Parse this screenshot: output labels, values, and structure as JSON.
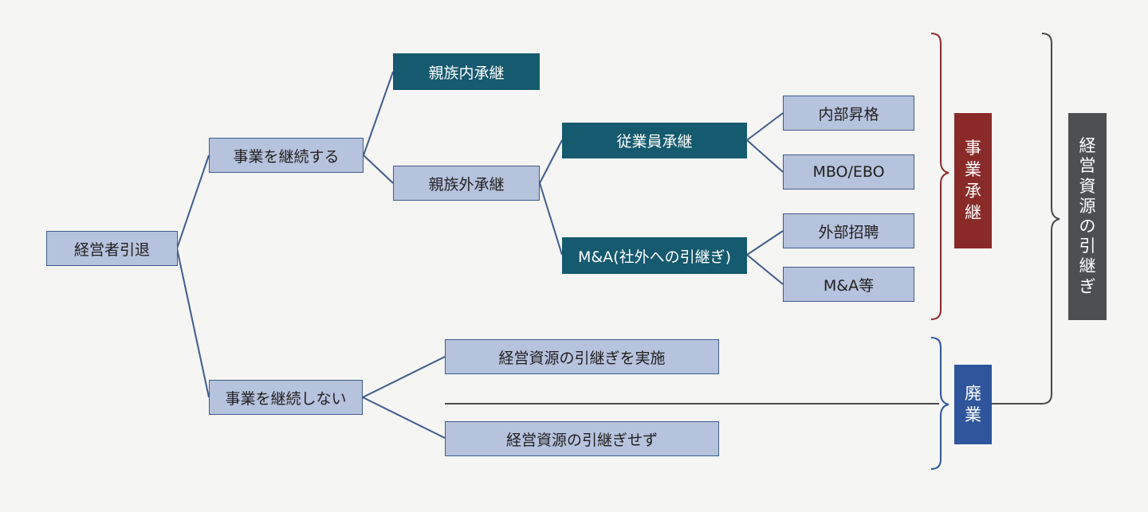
{
  "nodes": {
    "root": "経営者引退",
    "continue": "事業を継続する",
    "discontinue": "事業を継続しない",
    "family": "親族内承継",
    "non_family": "親族外承継",
    "employee": "従業員承継",
    "mna": "M&A(社外への引継ぎ)",
    "internal_promotion": "内部昇格",
    "mbo_ebo": "MBO/EBO",
    "external_hire": "外部招聘",
    "mna_etc": "M&A等",
    "resource_transfer_done": "経営資源の引継ぎを実施",
    "resource_transfer_none": "経営資源の引継ぎせず"
  },
  "categories": {
    "business_succession": [
      "事",
      "業",
      "承",
      "継"
    ],
    "closure": [
      "廃",
      "業"
    ],
    "resource_transfer": [
      "経",
      "営",
      "資",
      "源",
      "の",
      "引",
      "継",
      "ぎ"
    ]
  },
  "colors": {
    "light_box": "#b6c3dc",
    "dark_box": "#155a6e",
    "connector": "#3f5c8a",
    "red_label": "#8a2a28",
    "blue_label": "#2f559c",
    "gray_label": "#4d4f51",
    "background": "#f5f5f4"
  }
}
